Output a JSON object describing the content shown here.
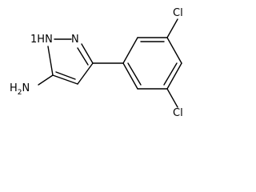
{
  "molecule": {
    "atoms": {
      "nh": {
        "element": "N",
        "label": "H",
        "prefix": "1"
      },
      "n2": {
        "element": "N",
        "label": "N"
      },
      "cl_top": {
        "element": "Cl",
        "label": "Cl"
      },
      "cl_bottom": {
        "element": "Cl",
        "label": "Cl"
      },
      "amine": {
        "element": "N",
        "label": "H",
        "hydrogens": "2",
        "suffix": "N"
      }
    }
  }
}
